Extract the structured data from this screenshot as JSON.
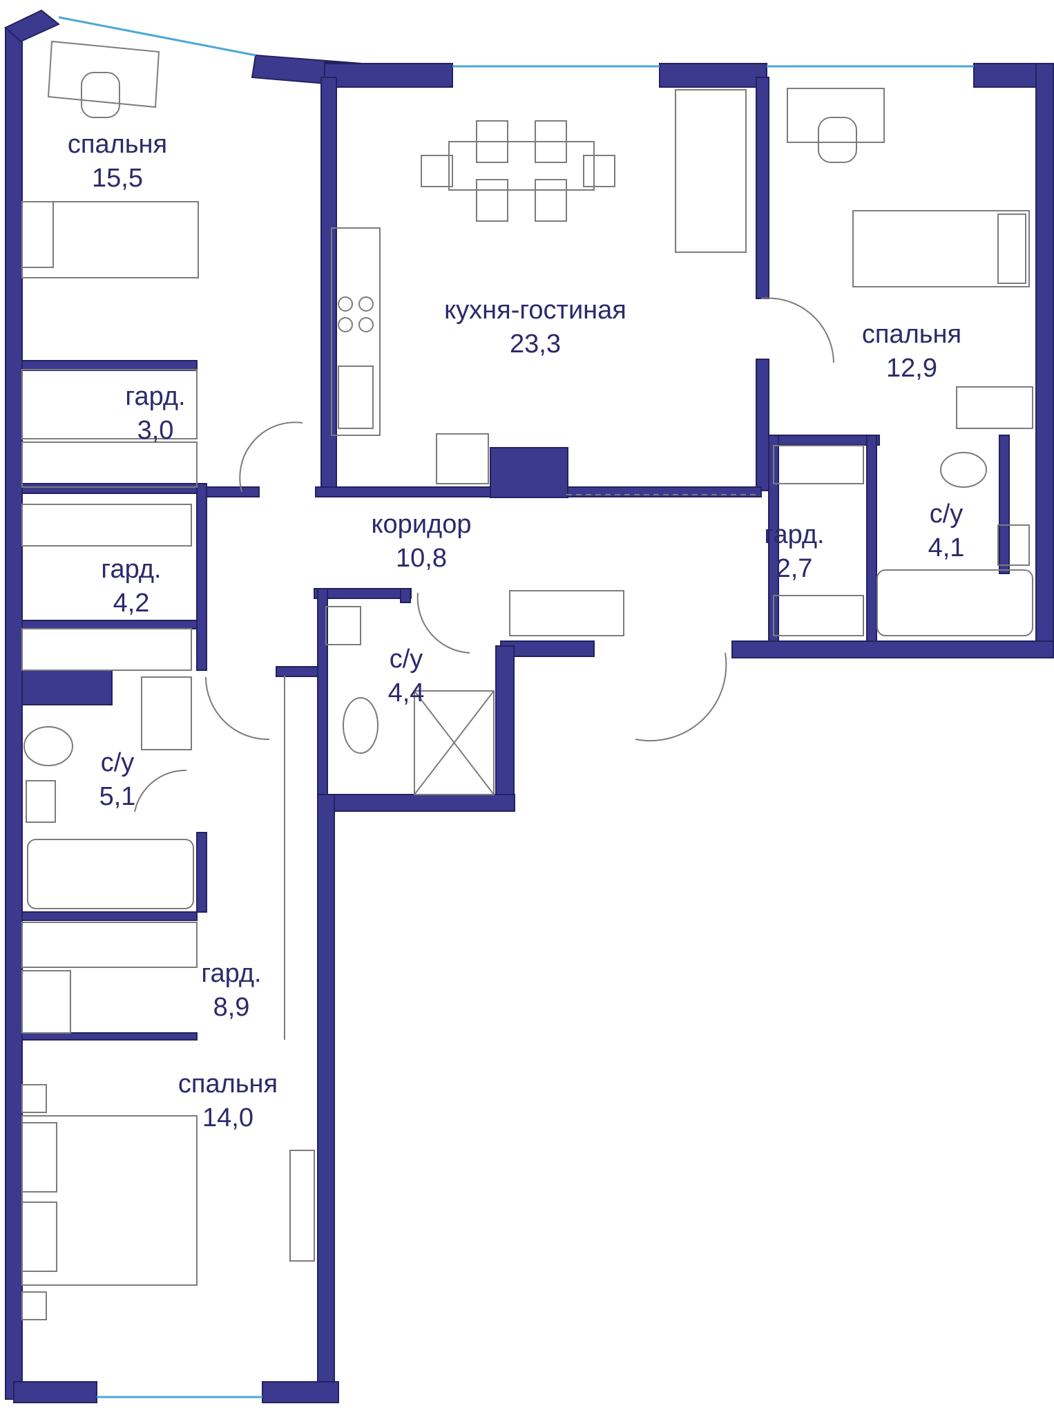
{
  "colors": {
    "wall": "#3b3a8f",
    "wall_edge": "#23225e",
    "line": "#7c7c7c",
    "glass": "#4aa7d6",
    "text": "#2b2a6b"
  },
  "rooms": [
    {
      "id": "bedroom-1",
      "name": "спальня",
      "area": "15,5"
    },
    {
      "id": "kitchen-living",
      "name": "кухня-гостиная",
      "area": "23,3"
    },
    {
      "id": "bedroom-2",
      "name": "спальня",
      "area": "12,9"
    },
    {
      "id": "wardrobe-1",
      "name": "гард.",
      "area": "3,0"
    },
    {
      "id": "wardrobe-2",
      "name": "гард.",
      "area": "4,2"
    },
    {
      "id": "corridor",
      "name": "коридор",
      "area": "10,8"
    },
    {
      "id": "wardrobe-3",
      "name": "гард.",
      "area": "2,7"
    },
    {
      "id": "bathroom-1",
      "name": "с/у",
      "area": "4,1"
    },
    {
      "id": "bathroom-2",
      "name": "с/у",
      "area": "4,4"
    },
    {
      "id": "bathroom-3",
      "name": "с/у",
      "area": "5,1"
    },
    {
      "id": "wardrobe-4",
      "name": "гард.",
      "area": "8,9"
    },
    {
      "id": "bedroom-3",
      "name": "спальня",
      "area": "14,0"
    }
  ]
}
